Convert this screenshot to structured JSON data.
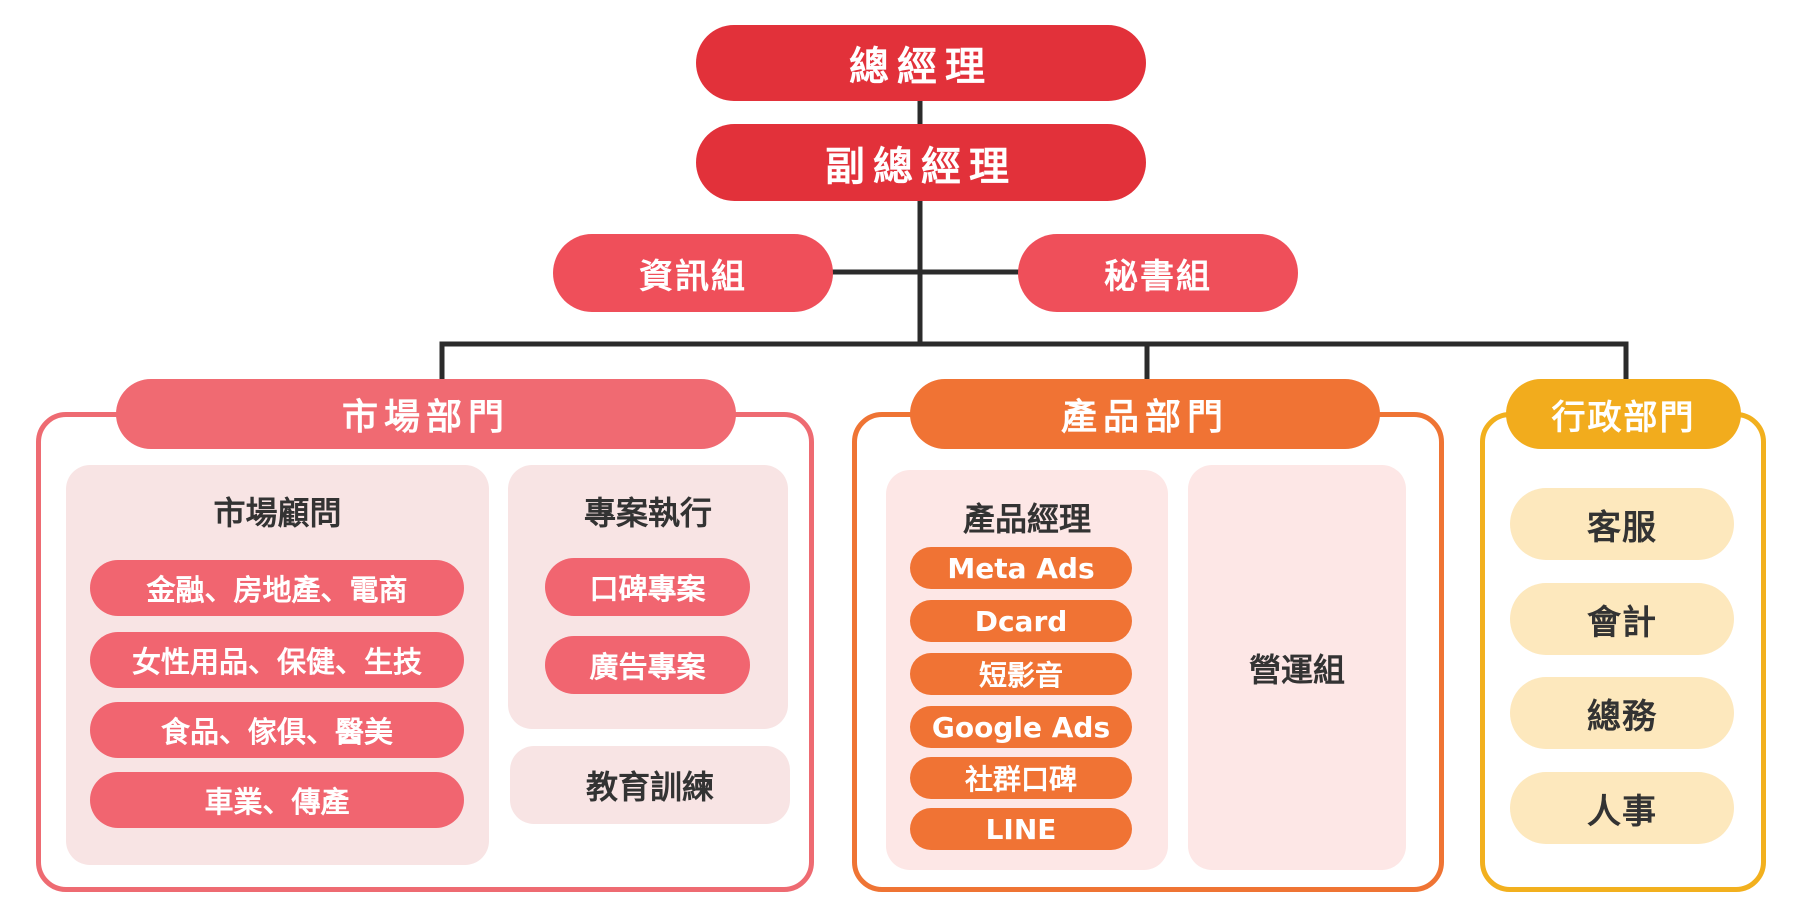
{
  "colors": {
    "leadership": "#e2313a",
    "support_groups": "#ef4f5a",
    "market_dept": "#f06a72",
    "product_dept": "#f07334",
    "admin_dept": "#f2ac1d",
    "admin_items": "#fde8bd",
    "panel_bg": "#f8e4e4",
    "connector": "#2b2b2b"
  },
  "leadership": {
    "general_manager": "總經理",
    "deputy_general_manager": "副總經理"
  },
  "support_groups": {
    "it_group": "資訊組",
    "secretary_group": "秘書組"
  },
  "market_department": {
    "title": "市場部門",
    "consultant": {
      "heading": "市場顧問",
      "items": [
        "金融、房地產、電商",
        "女性用品、保健、生技",
        "食品、傢俱、醫美",
        "車業、傳產"
      ]
    },
    "project_execution": {
      "heading": "專案執行",
      "items": [
        "口碑專案",
        "廣告專案"
      ]
    },
    "education": "教育訓練"
  },
  "product_department": {
    "title": "產品部門",
    "manager": {
      "heading": "產品經理",
      "items": [
        "Meta Ads",
        "Dcard",
        "短影音",
        "Google Ads",
        "社群口碑",
        "LINE"
      ]
    },
    "operations": "營運組"
  },
  "admin_department": {
    "title": "行政部門",
    "items": [
      "客服",
      "會計",
      "總務",
      "人事"
    ]
  }
}
